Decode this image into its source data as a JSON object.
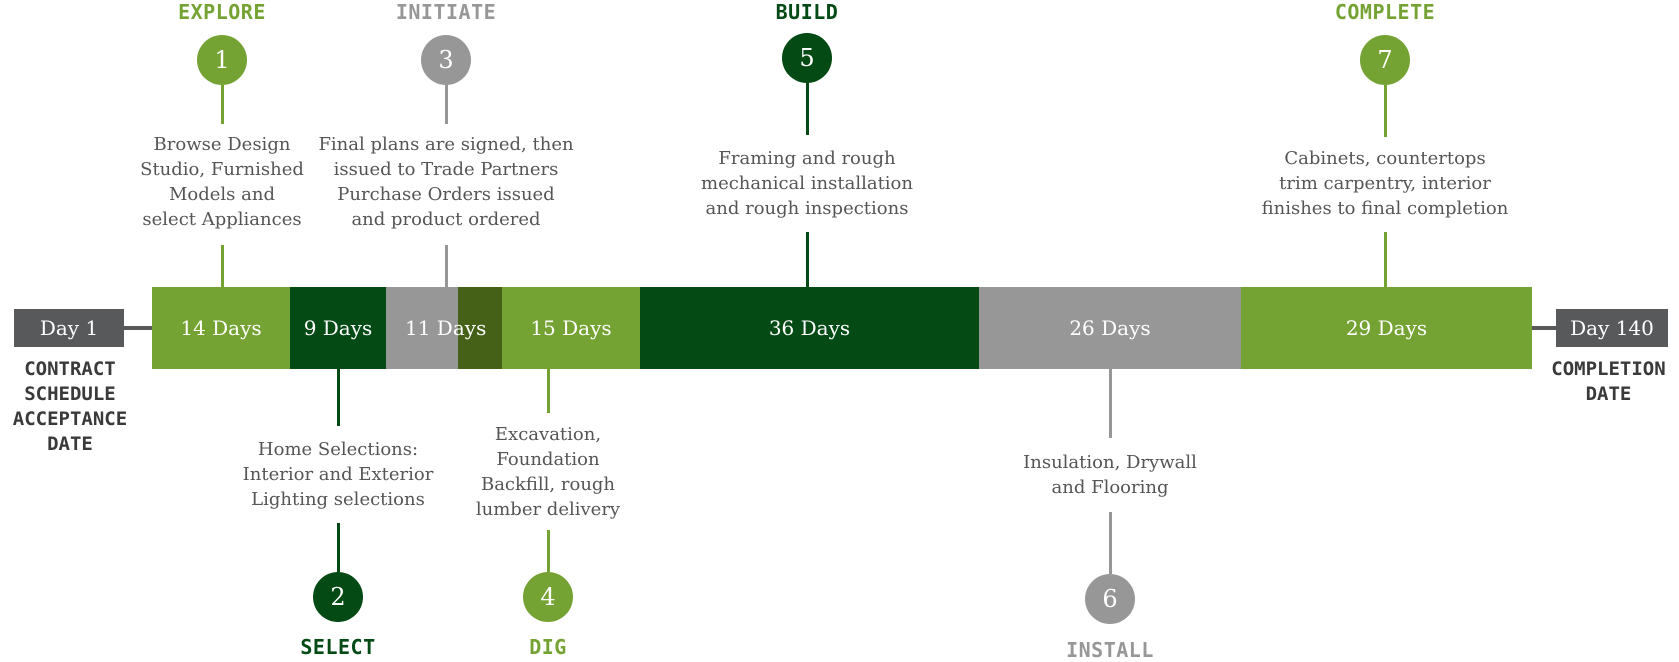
{
  "colors": {
    "light_green": "#74a333",
    "dark_green": "#034a14",
    "olive": "#456118",
    "gray": "#979797",
    "end_box": "#58595b",
    "text": "#555555"
  },
  "start": {
    "day": "Day 1",
    "label": [
      "CONTRACT",
      "SCHEDULE",
      "ACCEPTANCE",
      "DATE"
    ]
  },
  "end": {
    "day": "Day 140",
    "label": [
      "COMPLETION",
      "DATE"
    ]
  },
  "segments": [
    {
      "label": "14 Days",
      "color": "#74a333"
    },
    {
      "label": "9 Days",
      "color": "#034a14"
    },
    {
      "label": "11 Days",
      "color": "#979797"
    },
    {
      "label": "",
      "color": "#456118"
    },
    {
      "label": "15 Days",
      "color": "#74a333"
    },
    {
      "label": "36 Days",
      "color": "#034a14"
    },
    {
      "label": "26 Days",
      "color": "#979797"
    },
    {
      "label": "29 Days",
      "color": "#74a333"
    }
  ],
  "phases": [
    {
      "number": "1",
      "title": "EXPLORE",
      "color": "#74a333",
      "position": "above",
      "description": [
        "Browse Design",
        "Studio, Furnished",
        "Models and",
        "select Appliances"
      ]
    },
    {
      "number": "2",
      "title": "SELECT",
      "color": "#034a14",
      "position": "below",
      "description": [
        "Home Selections:",
        "Interior and Exterior",
        "Lighting selections"
      ]
    },
    {
      "number": "3",
      "title": "INITIATE",
      "color": "#979797",
      "position": "above",
      "description": [
        "Final plans are signed, then",
        "issued to Trade Partners",
        "Purchase Orders issued",
        "and product ordered"
      ]
    },
    {
      "number": "4",
      "title": "DIG",
      "color": "#74a333",
      "position": "below",
      "description": [
        "Excavation,",
        "Foundation",
        "Backfill, rough",
        "lumber delivery"
      ]
    },
    {
      "number": "5",
      "title": "BUILD",
      "color": "#034a14",
      "position": "above",
      "description": [
        "Framing and rough",
        "mechanical installation",
        "and rough inspections"
      ]
    },
    {
      "number": "6",
      "title": "INSTALL",
      "color": "#979797",
      "position": "below",
      "description": [
        "Insulation, Drywall",
        "and Flooring"
      ]
    },
    {
      "number": "7",
      "title": "COMPLETE",
      "color": "#74a333",
      "position": "above",
      "description": [
        "Cabinets, countertops",
        "trim carpentry, interior",
        "finishes to final completion"
      ]
    }
  ]
}
